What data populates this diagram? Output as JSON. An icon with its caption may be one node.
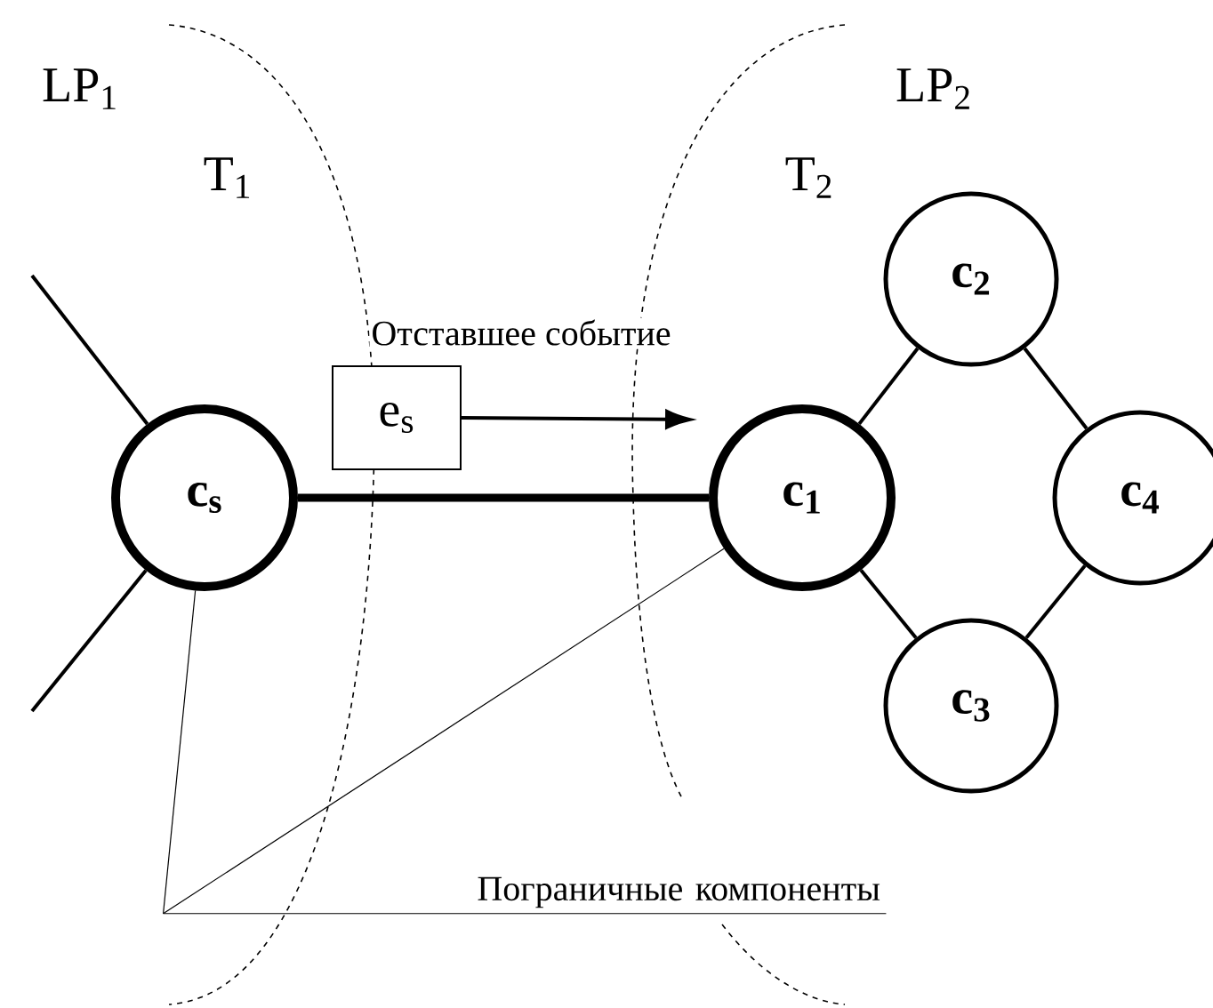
{
  "diagram": {
    "nodes": [
      {
        "text": [
          "c$_{s}$"
        ]
      },
      {
        "text": [
          "c$_{1}$"
        ]
      },
      {
        "text": [
          "c$_{2}$"
        ]
      },
      {
        "text": [
          "c$_{3}$"
        ]
      },
      {
        "text": [
          "c$_{4}$"
        ]
      },
      {
        "text": [
          "e$_{s}$"
        ],
        "beside": [
          "Отставшее событие"
        ]
      },
      {
        "text": [
          "Пограничные компоненты"
        ]
      }
    ],
    "edges": [
      {
        "from": null,
        "to": 0,
        "arrow": "none"
      },
      {
        "from": null,
        "to": 0,
        "arrow": "none"
      },
      {
        "from": 0,
        "to": 1,
        "arrow": "none",
        "style": "thick"
      },
      {
        "from": 1,
        "to": 2,
        "arrow": "none"
      },
      {
        "from": 2,
        "to": 4,
        "arrow": "none"
      },
      {
        "from": 4,
        "to": 3,
        "arrow": "none"
      },
      {
        "from": 3,
        "to": 1,
        "arrow": "none"
      },
      {
        "from": 5,
        "to": null,
        "arrow": "to"
      },
      {
        "from": 6,
        "to": 0,
        "arrow": "none"
      },
      {
        "from": 6,
        "to": 1,
        "arrow": "none"
      }
    ],
    "labels": [
      "LP$_{1}$",
      "T$_{1}$",
      "LP$_{2}$",
      "T$_{2}$"
    ]
  }
}
